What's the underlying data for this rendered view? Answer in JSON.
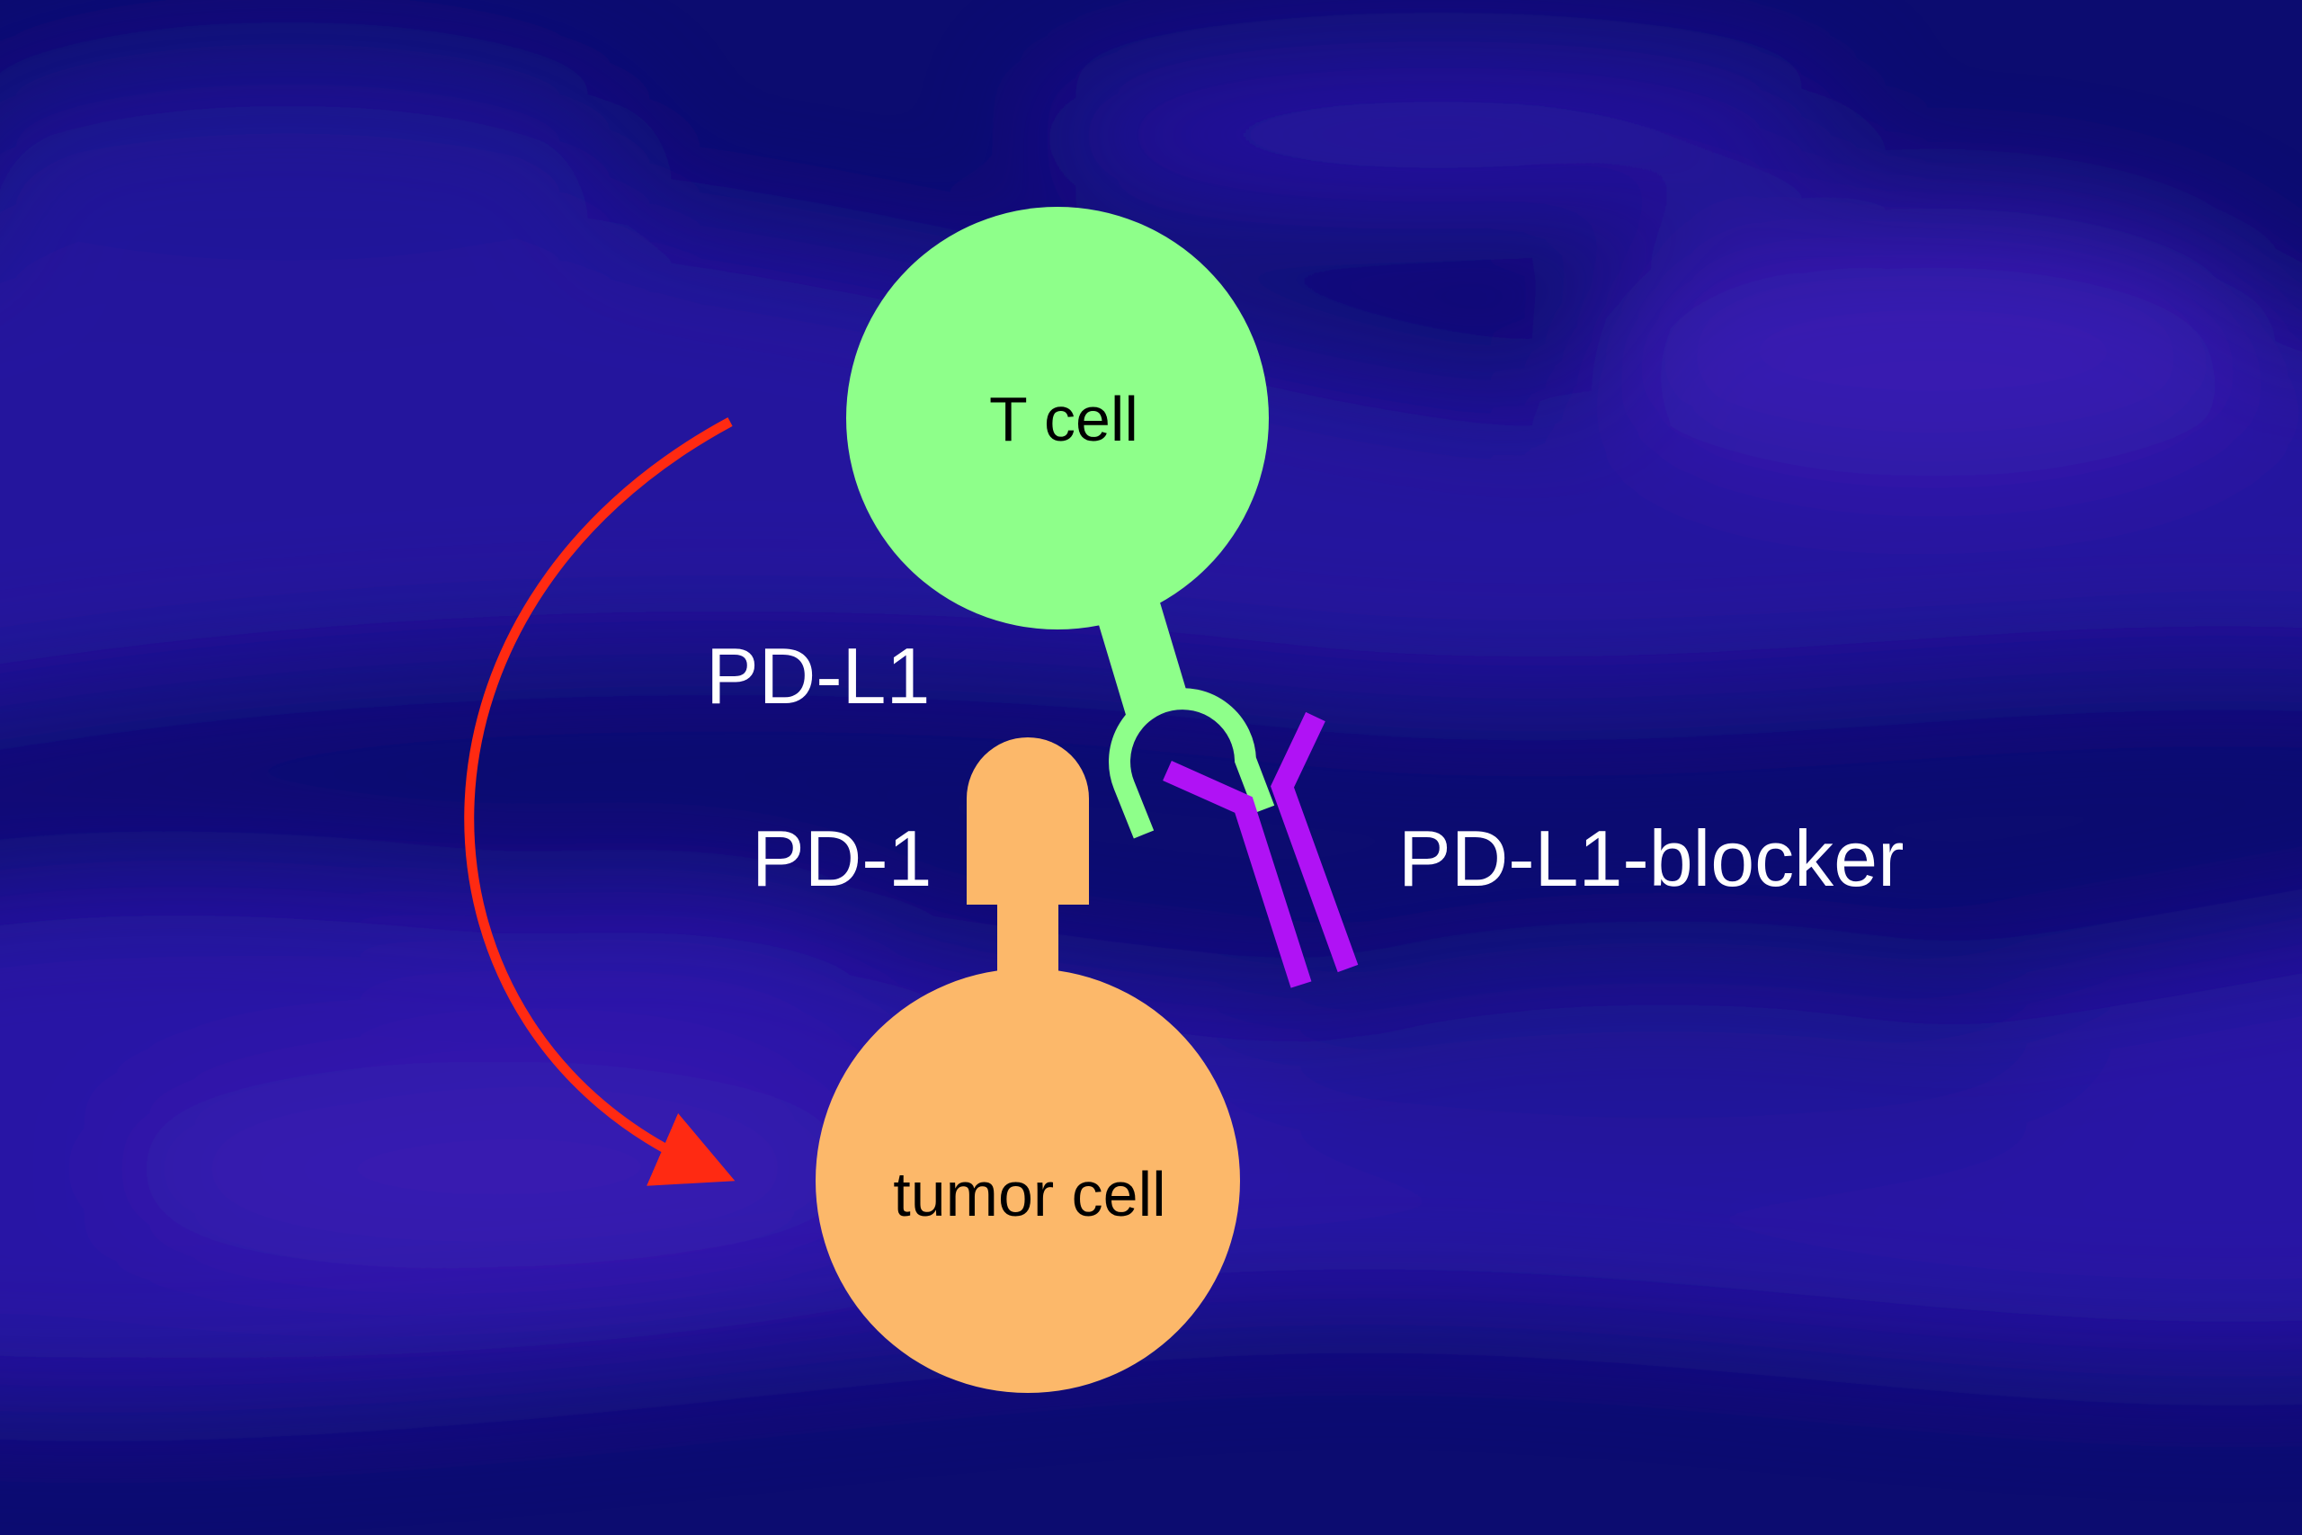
{
  "diagram": {
    "labels": {
      "t_cell": "T cell",
      "tumor_cell": "tumor cell",
      "pd_l1": "PD-L1",
      "pd_1": "PD-1",
      "pd_l1_blocker": "PD-L1-blocker"
    },
    "colors": {
      "background": "#0a0a6e",
      "background_highlight": "#3a1fb5",
      "t_cell": "#8eff8a",
      "tumor_cell": "#fcb86a",
      "blocker": "#b012f5",
      "arrow": "#ff2a12",
      "label_light": "#ffffff",
      "label_dark": "#000000"
    }
  }
}
